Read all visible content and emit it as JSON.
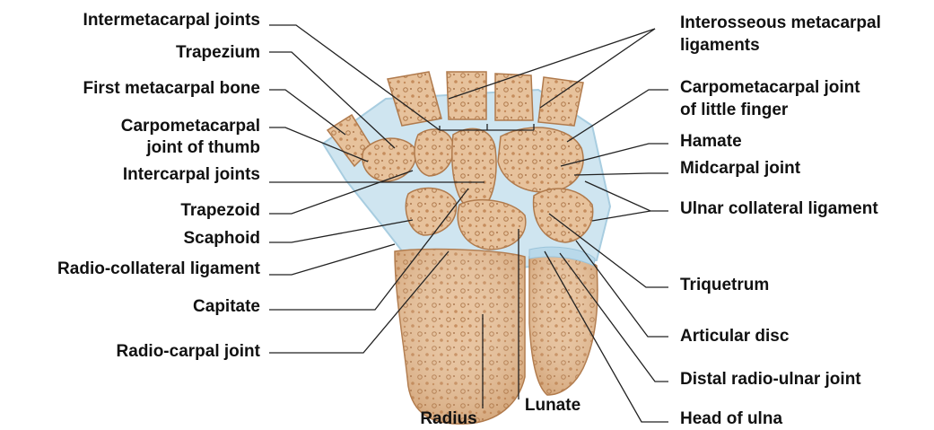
{
  "colors": {
    "bone": "#e9c49e",
    "bone_shadow": "#c98f5f",
    "cartilage": "#b9d9ea",
    "leader": "#222222",
    "text": "#111111"
  },
  "labels": {
    "intermetacarpal_joints": "Intermetacarpal joints",
    "trapezium": "Trapezium",
    "first_metacarpal_bone": "First metacarpal bone",
    "cmc_thumb_1": "Carpometacarpal",
    "cmc_thumb_2": "joint of thumb",
    "intercarpal_joints": "Intercarpal joints",
    "trapezoid": "Trapezoid",
    "scaphoid": "Scaphoid",
    "radio_collateral_ligament": "Radio-collateral ligament",
    "capitate": "Capitate",
    "radio_carpal_joint": "Radio-carpal joint",
    "radius": "Radius",
    "lunate": "Lunate",
    "interosseous_1": "Interosseous metacarpal",
    "interosseous_2": "ligaments",
    "cmc_little_1": "Carpometacarpal joint",
    "cmc_little_2": "of little finger",
    "hamate": "Hamate",
    "midcarpal_joint": "Midcarpal joint",
    "ulnar_collateral_ligament": "Ulnar collateral ligament",
    "triquetrum": "Triquetrum",
    "articular_disc": "Articular disc",
    "distal_radio_ulnar_joint": "Distal radio-ulnar joint",
    "head_of_ulna": "Head of ulna"
  }
}
